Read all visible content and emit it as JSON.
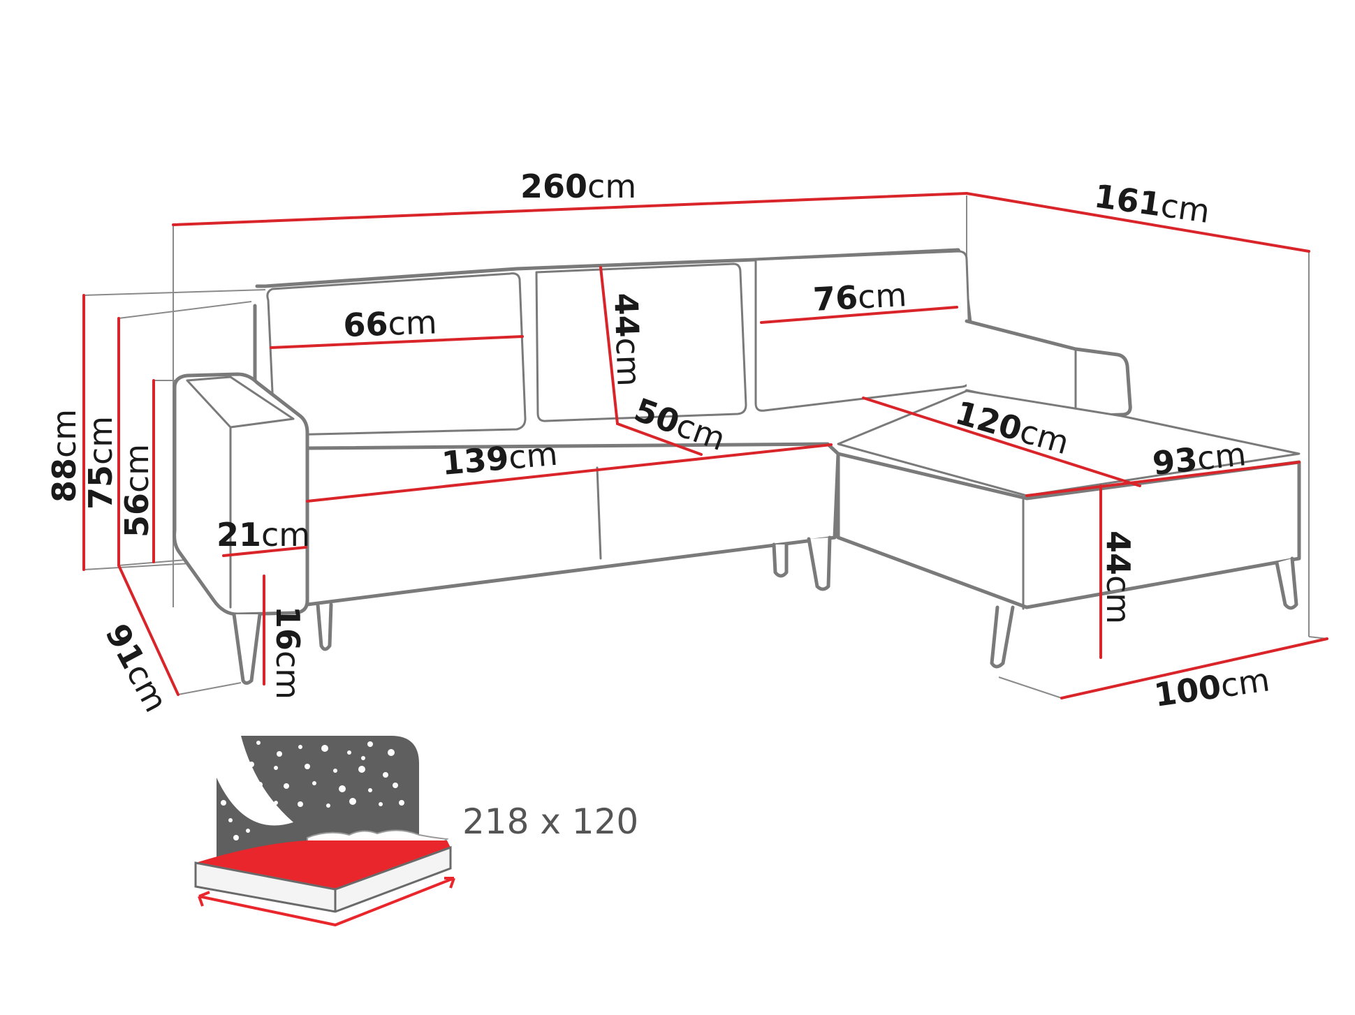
{
  "diagram": {
    "type": "product-dimension-drawing",
    "subject": "corner sofa bed",
    "unit": "cm",
    "colors": {
      "outline": "#7a7a7a",
      "dimension_line": "#d9252a",
      "guide_line": "#8a8a8a",
      "text": "#1a1a1a",
      "bed_icon_gray": "#5f5f5f",
      "bed_icon_red": "#e8262b"
    },
    "dimensions": {
      "total_width": {
        "value": "260",
        "unit": "cm"
      },
      "chaise_length": {
        "value": "161",
        "unit": "cm"
      },
      "total_height": {
        "value": "88",
        "unit": "cm"
      },
      "back_height": {
        "value": "75",
        "unit": "cm"
      },
      "armrest_height": {
        "value": "56",
        "unit": "cm"
      },
      "armrest_width": {
        "value": "21",
        "unit": "cm"
      },
      "leg_height": {
        "value": "16",
        "unit": "cm"
      },
      "total_depth": {
        "value": "91",
        "unit": "cm"
      },
      "cushion_left_width": {
        "value": "66",
        "unit": "cm"
      },
      "cushion_height": {
        "value": "44",
        "unit": "cm"
      },
      "cushion_right_width": {
        "value": "76",
        "unit": "cm"
      },
      "seat_width": {
        "value": "139",
        "unit": "cm"
      },
      "seat_depth": {
        "value": "50",
        "unit": "cm"
      },
      "chaise_seat_length": {
        "value": "120",
        "unit": "cm"
      },
      "chaise_seat_width": {
        "value": "93",
        "unit": "cm"
      },
      "seat_height": {
        "value": "44",
        "unit": "cm"
      },
      "chaise_width": {
        "value": "100",
        "unit": "cm"
      }
    },
    "sleeping_area": {
      "icon": "bed-night-stars-icon",
      "label": "218 x 120"
    }
  }
}
